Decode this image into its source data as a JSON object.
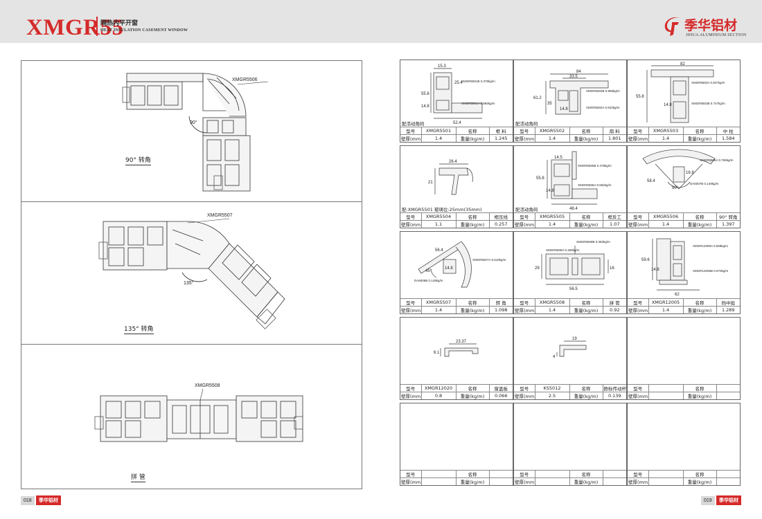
{
  "header": {
    "series_code": "XMGR55",
    "series_cn": "隔热内平开窗",
    "series_en": "HEAT INSULATION CASEMENT WINDOW",
    "brand_cn": "季华铝材",
    "brand_en": "JIHUA ALUMINIUM SECTION",
    "accent_color": "#d52a2a"
  },
  "left_panel": {
    "sections": [
      {
        "label": "90° 转角",
        "callout": "XMGR5506",
        "angle": "90°"
      },
      {
        "label": "135° 转角",
        "callout": "XMGR5507",
        "angle": "135°"
      },
      {
        "label": "拼 管",
        "callout": "XMGR5508"
      }
    ]
  },
  "table_labels": {
    "model": "型号",
    "name": "名称",
    "thickness": "壁厚(mm)",
    "weight": "重量(kg/m)"
  },
  "profiles": [
    {
      "model": "XMGR5501",
      "name": "框 料",
      "thickness": "1.4",
      "weight": "1.245",
      "note": "配活动角码",
      "parts": [
        "XMGR5501B 0.379kg/m",
        "XMGR5501A 0.866kg/m"
      ],
      "dims": [
        "15.3",
        "25.4",
        "55.8",
        "14.8",
        "52.4"
      ]
    },
    {
      "model": "XMGR5502",
      "name": "扇 料",
      "thickness": "1.4",
      "weight": "1.801",
      "note": "配活动角码",
      "parts": [
        "XMGR5502B 0.868kg/m",
        "XMGR5502A 0.943kg/m"
      ],
      "dims": [
        "84",
        "33.5",
        "61.2",
        "35",
        "14.8"
      ]
    },
    {
      "model": "XMGR5503",
      "name": "中 柱",
      "thickness": "1.4",
      "weight": "1.584",
      "note": "",
      "parts": [
        "XMGR5503A 0.837kg/m",
        "XMGR5503B 0.747kg/m"
      ],
      "dims": [
        "82",
        "55.8",
        "14.8"
      ]
    },
    {
      "model": "XMGR5504",
      "name": "框压线",
      "thickness": "1.1",
      "weight": "0.257",
      "note": "配:XMGR5501 玻璃位:25mm(35mm)",
      "parts": [],
      "dims": [
        "26.4",
        "21"
      ]
    },
    {
      "model": "XMGR5505",
      "name": "框反工",
      "thickness": "1.4",
      "weight": "1.07",
      "note": "配活动角码",
      "parts": [
        "XMGR5505B 0.478kg/m",
        "XMGR5505A 0.592kg/m"
      ],
      "dims": [
        "14.5",
        "55.8",
        "14.8",
        "48.4"
      ]
    },
    {
      "model": "XMGR5506",
      "name": "90° 转角",
      "thickness": "1.4",
      "weight": "1.397",
      "note": "",
      "parts": [
        "XMGR5506A 0.769kg/m",
        "DA6007B 0.149kg/m"
      ],
      "dims": [
        "16.8",
        "58.4",
        "90°"
      ]
    },
    {
      "model": "XMGR5507",
      "name": "转 角",
      "thickness": "1.4",
      "weight": "1.098",
      "note": "",
      "parts": [
        "XMGR5507A 0.519kg/m",
        "DA6006B 0.149kg/m"
      ],
      "dims": [
        "56.4",
        "45°",
        "14.8"
      ]
    },
    {
      "model": "XMGR5508",
      "name": "拼 管",
      "thickness": "1.4",
      "weight": "0.92",
      "note": "",
      "parts": [
        "XMGR5508B 0.383kg/m",
        "XMGR5508A 0.359kg/m"
      ],
      "dims": [
        "29",
        "16",
        "56.5"
      ]
    },
    {
      "model": "XMGR12005",
      "name": "挡中挺",
      "thickness": "1.4",
      "weight": "1.289",
      "note": "",
      "parts": [
        "XMGR12005A 0.569kg/m",
        "XMGR12005B 0.570kg/m"
      ],
      "dims": [
        "59.6",
        "14.8",
        "62"
      ]
    },
    {
      "model": "XMGR12020",
      "name": "窗盖板",
      "thickness": "0.8",
      "weight": "0.066",
      "note": "",
      "parts": [],
      "dims": [
        "23.37",
        "6.1"
      ]
    },
    {
      "model": "KS5012",
      "name": "欧标传动杆",
      "thickness": "2.5",
      "weight": "0.139",
      "note": "",
      "parts": [],
      "dims": [
        "19",
        "4"
      ]
    },
    {
      "model": "",
      "name": "",
      "thickness": "",
      "weight": "",
      "note": "",
      "parts": [],
      "dims": []
    },
    {
      "model": "",
      "name": "",
      "thickness": "",
      "weight": "",
      "note": "",
      "parts": [],
      "dims": []
    },
    {
      "model": "",
      "name": "",
      "thickness": "",
      "weight": "",
      "note": "",
      "parts": [],
      "dims": []
    },
    {
      "model": "",
      "name": "",
      "thickness": "",
      "weight": "",
      "note": "",
      "parts": [],
      "dims": []
    }
  ],
  "footer": {
    "page_left": "018",
    "page_right": "019",
    "logo_text": "季华铝材"
  }
}
